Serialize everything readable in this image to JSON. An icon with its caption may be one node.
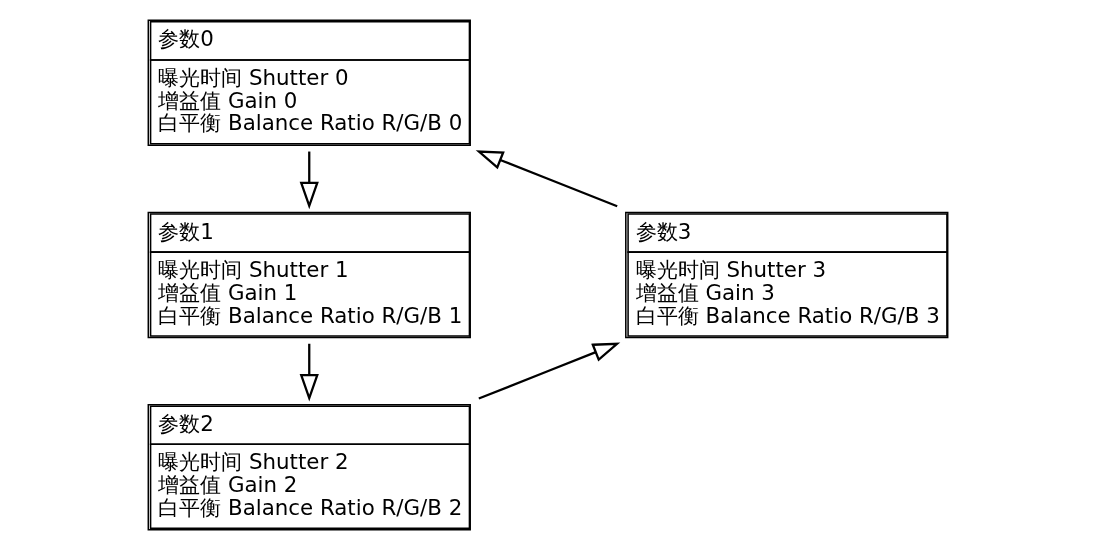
{
  "diagram": {
    "nodes": [
      {
        "text": [
          "参数0",
          "曝光时间 Shutter 0",
          "增益值 Gain 0",
          "白平衡 Balance Ratio R/G/B 0"
        ]
      },
      {
        "text": [
          "参数1",
          "曝光时间 Shutter 1",
          "增益值 Gain 1",
          "白平衡 Balance Ratio R/G/B 1"
        ]
      },
      {
        "text": [
          "参数2",
          "曝光时间 Shutter 2",
          "增益值 Gain 2",
          "白平衡 Balance Ratio R/G/B 2"
        ]
      },
      {
        "text": [
          "参数3",
          "曝光时间 Shutter 3",
          "增益值 Gain 3",
          "白平衡 Balance Ratio R/G/B 3"
        ]
      }
    ],
    "edges": [
      {
        "from": 0,
        "to": 1,
        "arrow": "to"
      },
      {
        "from": 1,
        "to": 2,
        "arrow": "to"
      },
      {
        "from": 2,
        "to": 3,
        "arrow": "to"
      },
      {
        "from": 3,
        "to": 0,
        "arrow": "to"
      }
    ]
  }
}
